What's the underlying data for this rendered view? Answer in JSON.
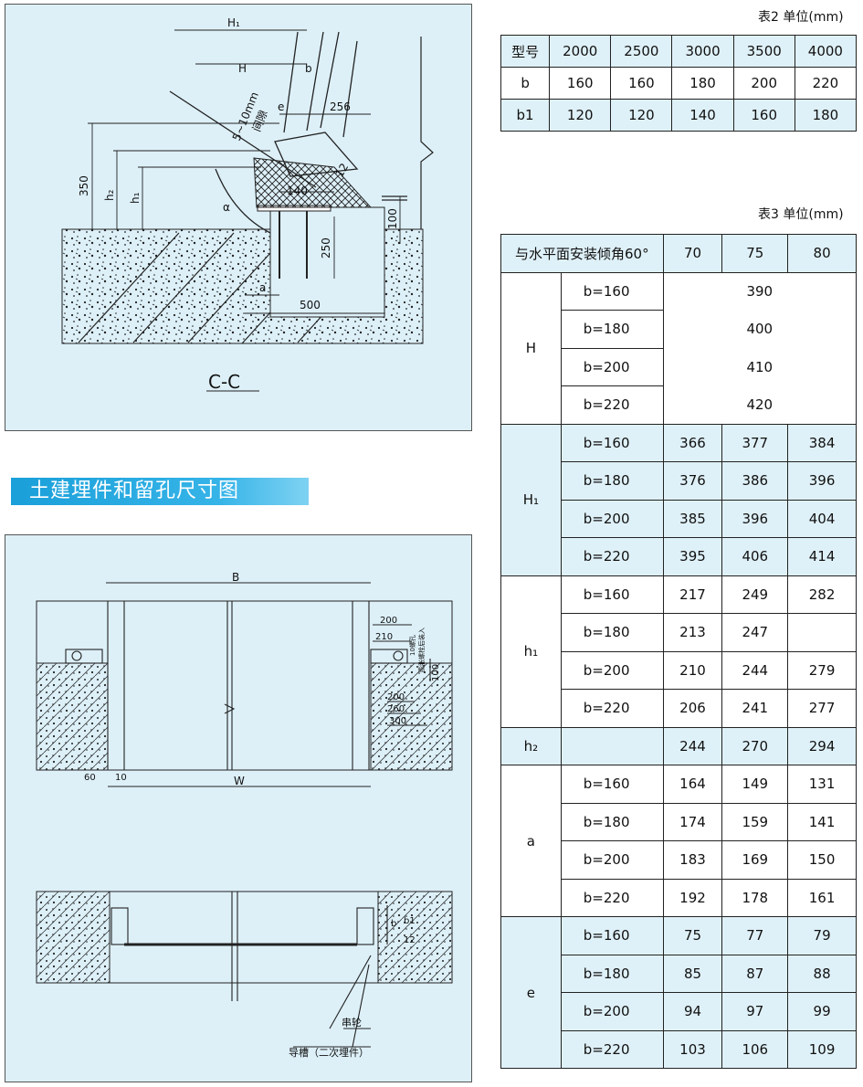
{
  "diagram_cc": {
    "section_title": "C-C",
    "labels": {
      "H1": "H₁",
      "H": "H",
      "b": "b",
      "e": "e",
      "gap": "5~10mm",
      "gap_note": "间隙",
      "d256": "256",
      "d12": "12",
      "d140": "140",
      "d350": "350",
      "h2": "h₂",
      "h1": "h₁",
      "alpha": "α",
      "d100": "100",
      "d250": "250",
      "a": "a",
      "d500": "500"
    }
  },
  "section_banner": "土建埋件和留孔尺寸图",
  "diagram_embed": {
    "labels": {
      "B": "B",
      "W": "W",
      "d60": "60",
      "d10": "10",
      "d200a": "200",
      "d210": "210",
      "d100": "100",
      "d200b": "200",
      "d260": "260",
      "d300": "300",
      "note_top": "10螺孔",
      "note_side": "膨胀螺栓后装入",
      "b1": "b1",
      "d": "b",
      "d12": "12",
      "roller": "串轮",
      "guide": "导槽（二次埋件）"
    }
  },
  "table2": {
    "unit_label": "表2  单位(mm)",
    "header": [
      "型号",
      "2000",
      "2500",
      "3000",
      "3500",
      "4000"
    ],
    "rows": [
      [
        "b",
        "160",
        "160",
        "180",
        "200",
        "220"
      ],
      [
        "b1",
        "120",
        "120",
        "140",
        "160",
        "180"
      ]
    ]
  },
  "table3": {
    "unit_label": "表3  单位(mm)",
    "header": [
      "与水平面安装倾角60°",
      "70",
      "75",
      "80"
    ],
    "H": {
      "label": "H",
      "conds": [
        "b=160",
        "b=180",
        "b=200",
        "b=220"
      ],
      "values": [
        "390",
        "400",
        "410",
        "420"
      ]
    },
    "H1": {
      "label": "H₁",
      "conds": [
        "b=160",
        "b=180",
        "b=200",
        "b=220"
      ],
      "values": [
        [
          "366",
          "377",
          "384"
        ],
        [
          "376",
          "386",
          "396"
        ],
        [
          "385",
          "396",
          "404"
        ],
        [
          "395",
          "406",
          "414"
        ]
      ]
    },
    "h1": {
      "label": "h₁",
      "conds": [
        "b=160",
        "b=180",
        "b=200",
        "b=220"
      ],
      "values": [
        [
          "217",
          "249",
          "282"
        ],
        [
          "213",
          "247",
          ""
        ],
        [
          "210",
          "244",
          "279"
        ],
        [
          "206",
          "241",
          "277"
        ]
      ]
    },
    "h2": {
      "label": "h₂",
      "values": [
        "244",
        "270",
        "294"
      ]
    },
    "a": {
      "label": "a",
      "conds": [
        "b=160",
        "b=180",
        "b=200",
        "b=220"
      ],
      "values": [
        [
          "164",
          "149",
          "131"
        ],
        [
          "174",
          "159",
          "141"
        ],
        [
          "183",
          "169",
          "150"
        ],
        [
          "192",
          "178",
          "161"
        ]
      ]
    },
    "e": {
      "label": "e",
      "conds": [
        "b=160",
        "b=180",
        "b=200",
        "b=220"
      ],
      "values": [
        [
          "75",
          "77",
          "79"
        ],
        [
          "85",
          "87",
          "88"
        ],
        [
          "94",
          "97",
          "99"
        ],
        [
          "103",
          "106",
          "109"
        ]
      ]
    }
  }
}
